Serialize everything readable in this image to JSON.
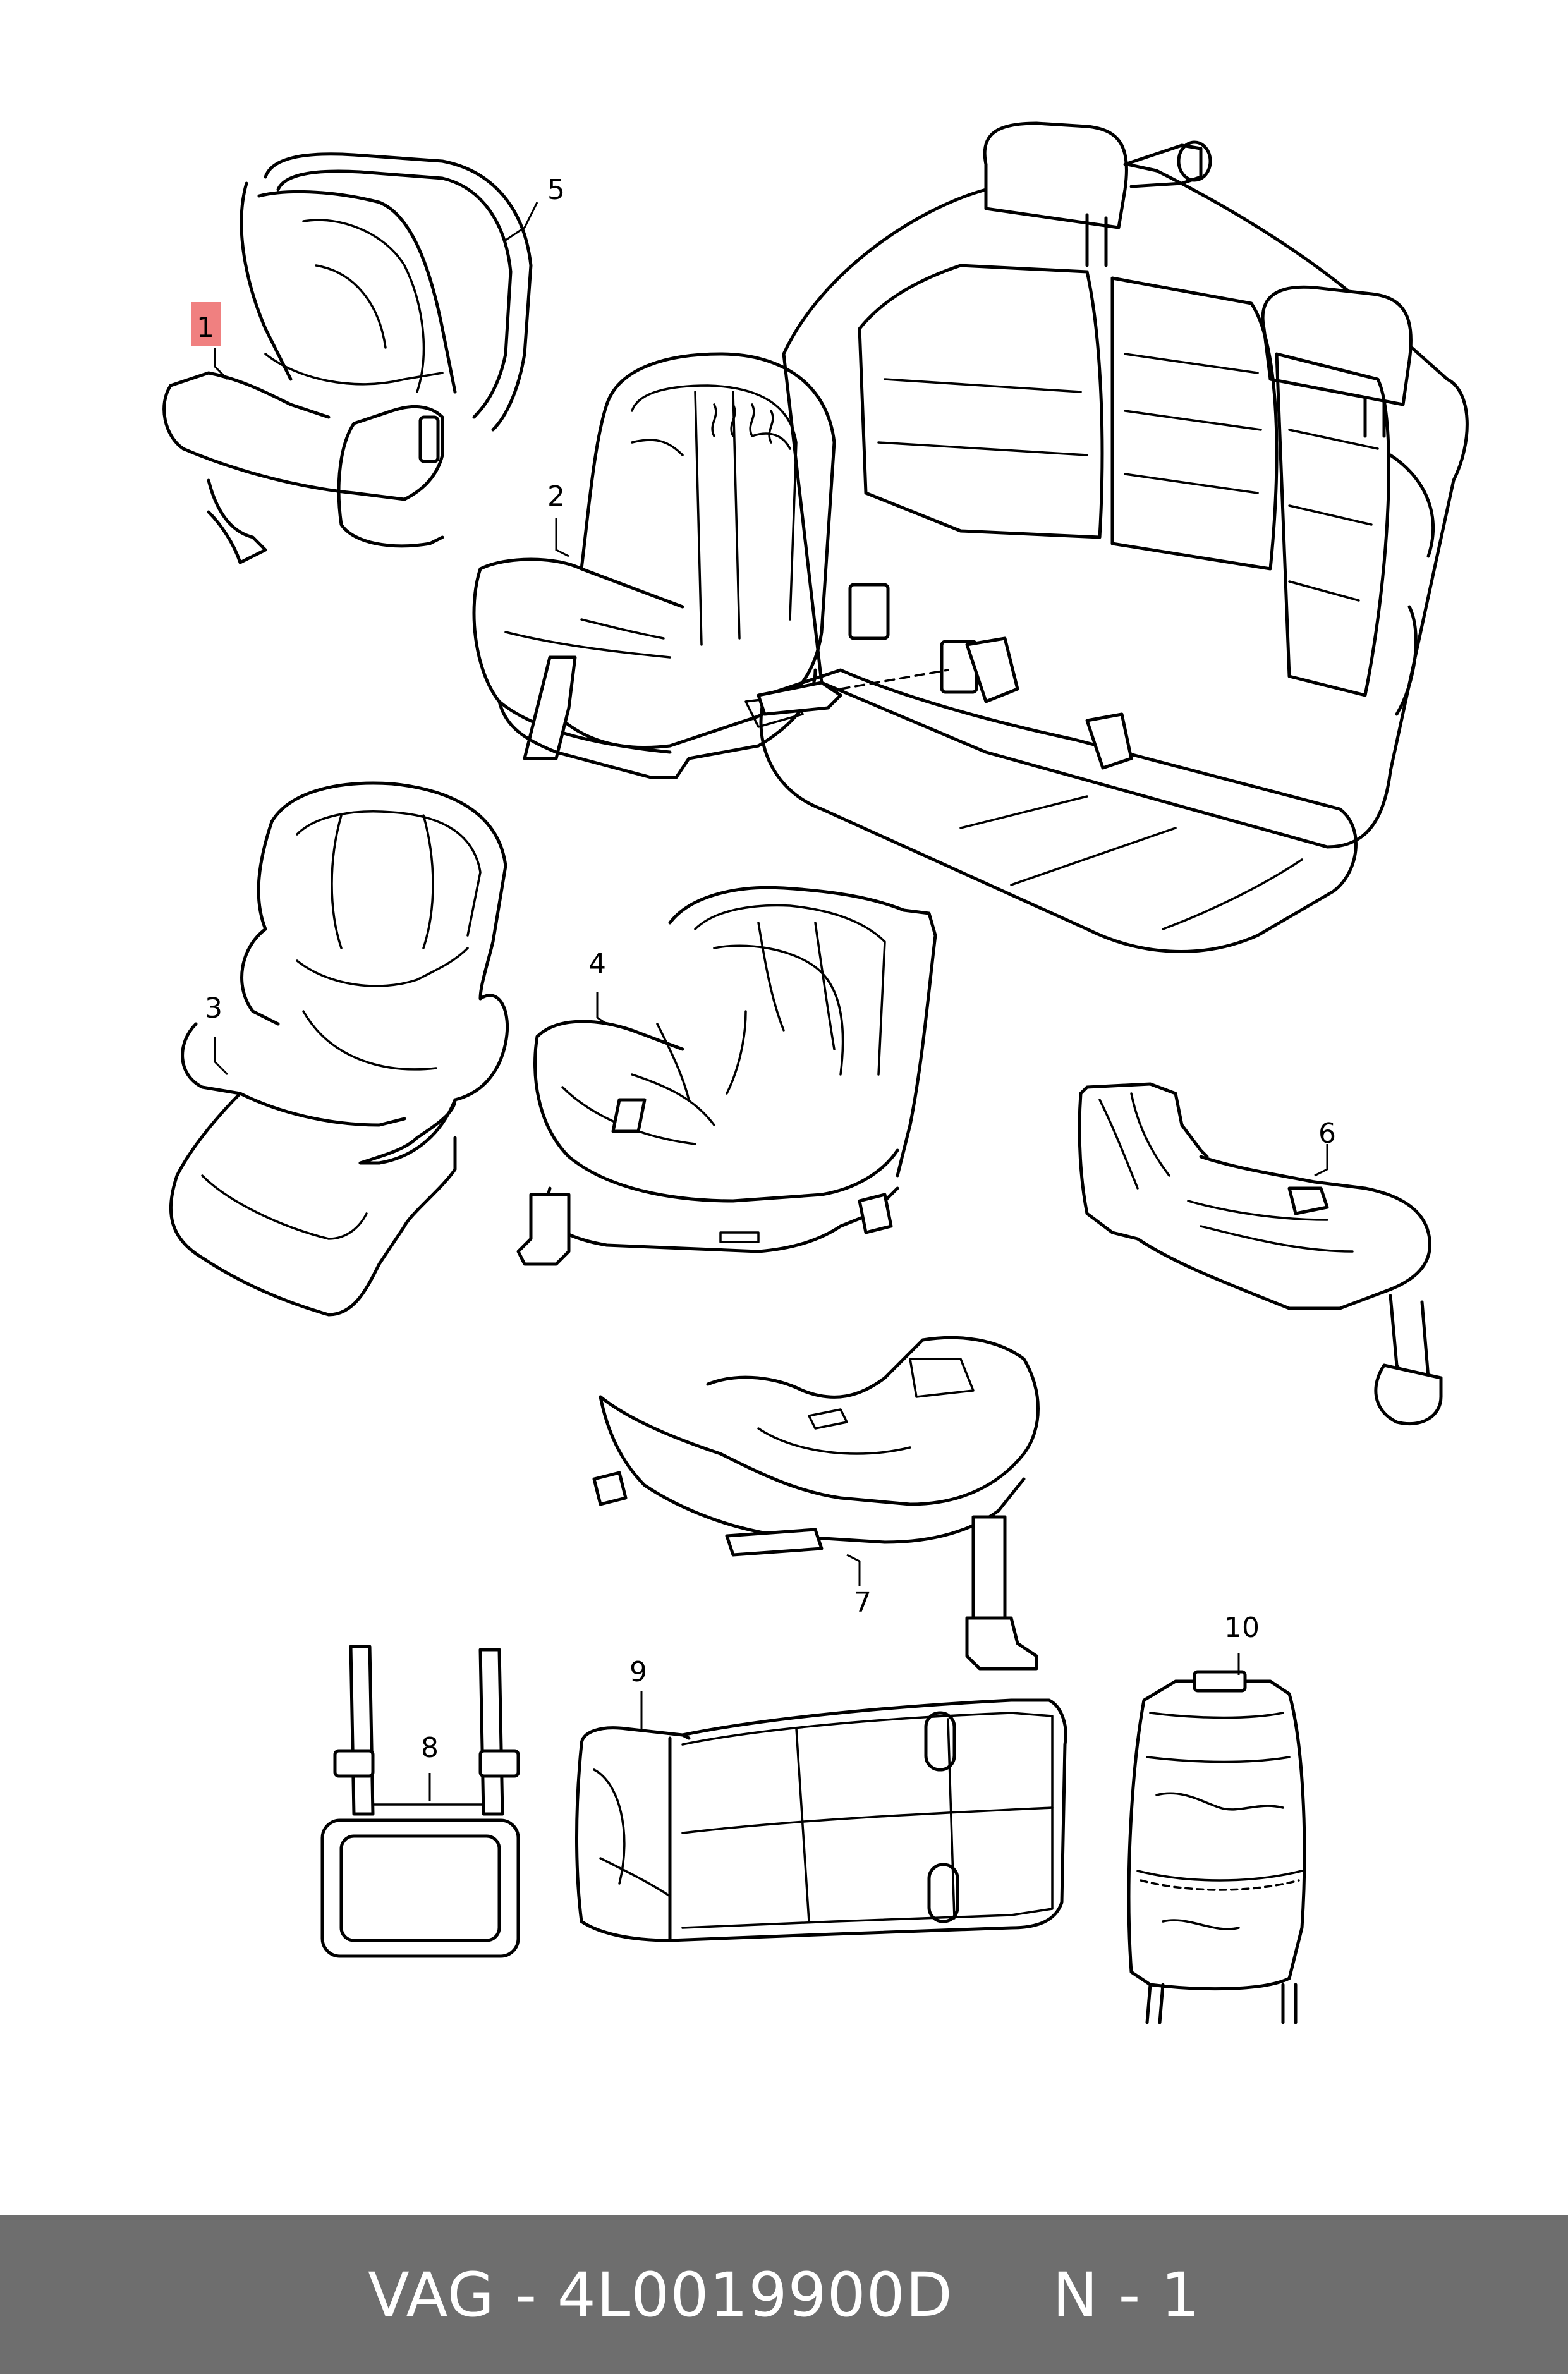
{
  "footer": {
    "brand": "VAG",
    "separator": " - ",
    "part_number": "4L0019900D",
    "gap": "     ",
    "page": "N - 1"
  },
  "highlight_color": "#f08080",
  "labels": [
    {
      "id": "1",
      "text": "1",
      "highlighted": true
    },
    {
      "id": "2",
      "text": "2"
    },
    {
      "id": "3",
      "text": "3"
    },
    {
      "id": "4",
      "text": "4"
    },
    {
      "id": "5",
      "text": "5"
    },
    {
      "id": "6",
      "text": "6"
    },
    {
      "id": "7",
      "text": "7"
    },
    {
      "id": "8",
      "text": "8"
    },
    {
      "id": "9",
      "text": "9"
    },
    {
      "id": "10",
      "text": "10"
    }
  ]
}
